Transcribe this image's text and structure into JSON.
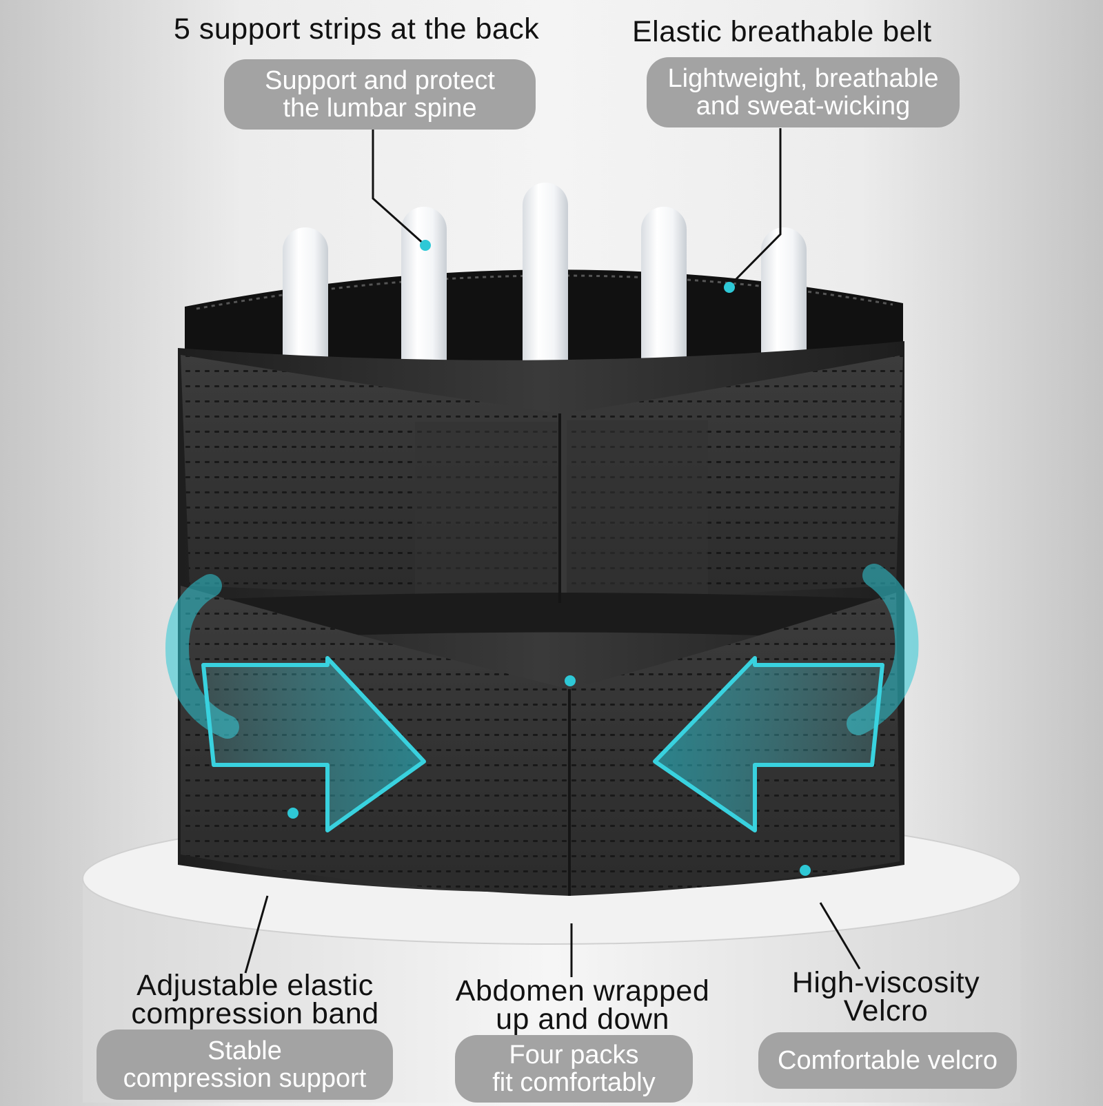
{
  "colors": {
    "accent": "#2ec8d6",
    "belt": "#2a2a2a",
    "pill_background": "#a3a3a3",
    "pill_text": "#ffffff",
    "title_text": "#111111"
  },
  "icons": [
    "support-strip-icon",
    "compression-arrow-right-icon",
    "compression-arrow-left-icon",
    "rotation-arrow-icon",
    "callout-dot-icon"
  ],
  "features": {
    "support_strips": {
      "title": "5 support strips at the back",
      "detail": "Support and protect\nthe lumbar spine"
    },
    "breathable_belt": {
      "title": "Elastic breathable belt",
      "detail": "Lightweight, breathable\nand sweat-wicking"
    },
    "compression_band": {
      "title": "Adjustable elastic\ncompression band",
      "detail": "Stable\ncompression support"
    },
    "abdomen_wrap": {
      "title": "Abdomen wrapped\nup and down",
      "detail": "Four packs\nfit comfortably"
    },
    "velcro": {
      "title": "High-viscosity\nVelcro",
      "detail": "Comfortable velcro"
    }
  }
}
